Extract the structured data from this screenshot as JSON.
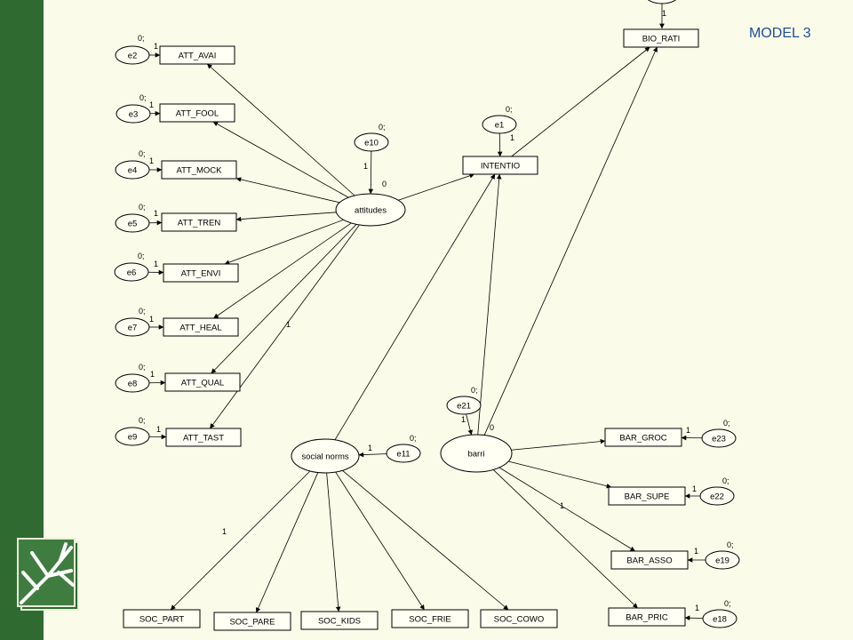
{
  "model_title": "MODEL 3",
  "colors": {
    "sidebar": "#2f6b31",
    "background": "#fbfbe9",
    "title": "#1f4e9a"
  },
  "icons": {
    "logo": "book-tree-logo-icon"
  },
  "observed": [
    {
      "id": "ATT_AVAI",
      "label": "ATT_AVAI"
    },
    {
      "id": "ATT_FOOL",
      "label": "ATT_FOOL"
    },
    {
      "id": "ATT_MOCK",
      "label": "ATT_MOCK"
    },
    {
      "id": "ATT_TREN",
      "label": "ATT_TREN"
    },
    {
      "id": "ATT_ENVI",
      "label": "ATT_ENVI"
    },
    {
      "id": "ATT_HEAL",
      "label": "ATT_HEAL"
    },
    {
      "id": "ATT_QUAL",
      "label": "ATT_QUAL"
    },
    {
      "id": "ATT_TAST",
      "label": "ATT_TAST"
    },
    {
      "id": "INTENTIO",
      "label": "INTENTIO"
    },
    {
      "id": "BIO_RATI",
      "label": "BIO_RATI"
    },
    {
      "id": "BAR_GROC",
      "label": "BAR_GROC"
    },
    {
      "id": "BAR_SUPE",
      "label": "BAR_SUPE"
    },
    {
      "id": "BAR_ASSO",
      "label": "BAR_ASSO"
    },
    {
      "id": "BAR_PRIC",
      "label": "BAR_PRIC"
    },
    {
      "id": "SOC_PART",
      "label": "SOC_PART"
    },
    {
      "id": "SOC_PARE",
      "label": "SOC_PARE"
    },
    {
      "id": "SOC_KIDS",
      "label": "SOC_KIDS"
    },
    {
      "id": "SOC_FRIE",
      "label": "SOC_FRIE"
    },
    {
      "id": "SOC_COWO",
      "label": "SOC_COWO"
    }
  ],
  "latent": [
    {
      "id": "attitudes",
      "label": "attitudes"
    },
    {
      "id": "social_norms",
      "label": "social norms"
    },
    {
      "id": "barri",
      "label": "barri"
    }
  ],
  "errors": [
    {
      "id": "e1",
      "label": "e1"
    },
    {
      "id": "e2",
      "label": "e2"
    },
    {
      "id": "e3",
      "label": "e3"
    },
    {
      "id": "e4",
      "label": "e4"
    },
    {
      "id": "e5",
      "label": "e5"
    },
    {
      "id": "e6",
      "label": "e6"
    },
    {
      "id": "e7",
      "label": "e7"
    },
    {
      "id": "e8",
      "label": "e8"
    },
    {
      "id": "e9",
      "label": "e9"
    },
    {
      "id": "e10",
      "label": "e10"
    },
    {
      "id": "e11",
      "label": "e11"
    },
    {
      "id": "e18",
      "label": "e18"
    },
    {
      "id": "e19",
      "label": "e19"
    },
    {
      "id": "e21",
      "label": "e21"
    },
    {
      "id": "e22",
      "label": "e22"
    },
    {
      "id": "e23",
      "label": "e23"
    }
  ],
  "paths": [
    {
      "from": "attitudes",
      "to": "ATT_AVAI"
    },
    {
      "from": "attitudes",
      "to": "ATT_FOOL"
    },
    {
      "from": "attitudes",
      "to": "ATT_MOCK"
    },
    {
      "from": "attitudes",
      "to": "ATT_TREN"
    },
    {
      "from": "attitudes",
      "to": "ATT_ENVI"
    },
    {
      "from": "attitudes",
      "to": "ATT_HEAL"
    },
    {
      "from": "attitudes",
      "to": "ATT_QUAL"
    },
    {
      "from": "attitudes",
      "to": "ATT_TAST",
      "label": "1"
    },
    {
      "from": "attitudes",
      "to": "INTENTIO"
    },
    {
      "from": "social_norms",
      "to": "INTENTIO"
    },
    {
      "from": "barri",
      "to": "INTENTIO"
    },
    {
      "from": "barri",
      "to": "BIO_RATI"
    },
    {
      "from": "INTENTIO",
      "to": "BIO_RATI"
    },
    {
      "from": "barri",
      "to": "BAR_GROC"
    },
    {
      "from": "barri",
      "to": "BAR_SUPE"
    },
    {
      "from": "barri",
      "to": "BAR_ASSO",
      "label": "1"
    },
    {
      "from": "barri",
      "to": "BAR_PRIC"
    },
    {
      "from": "social_norms",
      "to": "SOC_PART",
      "label": "1"
    },
    {
      "from": "social_norms",
      "to": "SOC_PARE"
    },
    {
      "from": "social_norms",
      "to": "SOC_KIDS"
    },
    {
      "from": "social_norms",
      "to": "SOC_FRIE"
    },
    {
      "from": "social_norms",
      "to": "SOC_COWO"
    },
    {
      "from": "e1",
      "to": "INTENTIO",
      "label": "1"
    },
    {
      "from": "e10",
      "to": "attitudes",
      "label": "1"
    },
    {
      "from": "e11",
      "to": "social_norms",
      "label": "1"
    },
    {
      "from": "e21",
      "to": "barri",
      "label": "1"
    },
    {
      "from": "e2",
      "to": "ATT_AVAI",
      "label": "1"
    },
    {
      "from": "e3",
      "to": "ATT_FOOL",
      "label": "1"
    },
    {
      "from": "e4",
      "to": "ATT_MOCK",
      "label": "1"
    },
    {
      "from": "e5",
      "to": "ATT_TREN",
      "label": "1"
    },
    {
      "from": "e6",
      "to": "ATT_ENVI",
      "label": "1"
    },
    {
      "from": "e7",
      "to": "ATT_HEAL",
      "label": "1"
    },
    {
      "from": "e8",
      "to": "ATT_QUAL",
      "label": "1"
    },
    {
      "from": "e9",
      "to": "ATT_TAST",
      "label": "1"
    },
    {
      "from": "e23",
      "to": "BAR_GROC",
      "label": "1"
    },
    {
      "from": "e22",
      "to": "BAR_SUPE",
      "label": "1"
    },
    {
      "from": "e19",
      "to": "BAR_ASSO",
      "label": "1"
    },
    {
      "from": "e18",
      "to": "BAR_PRIC",
      "label": "1"
    }
  ],
  "variance_labels": [
    {
      "near": "e1",
      "text": "0;"
    },
    {
      "near": "e2",
      "text": "0;"
    },
    {
      "near": "e3",
      "text": "0;"
    },
    {
      "near": "e4",
      "text": "0;"
    },
    {
      "near": "e5",
      "text": "0;"
    },
    {
      "near": "e6",
      "text": "0;"
    },
    {
      "near": "e7",
      "text": "0;"
    },
    {
      "near": "e8",
      "text": "0;"
    },
    {
      "near": "e9",
      "text": "0;"
    },
    {
      "near": "e10",
      "text": "0;"
    },
    {
      "near": "e11",
      "text": "0;"
    },
    {
      "near": "e21",
      "text": "0;"
    },
    {
      "near": "e23",
      "text": "0;"
    },
    {
      "near": "e22",
      "text": "0;"
    },
    {
      "near": "e19",
      "text": "0;"
    },
    {
      "near": "e18",
      "text": "0;"
    }
  ],
  "intercept_labels": [
    {
      "near": "attitudes",
      "text": "0"
    },
    {
      "near": "barri",
      "text": "0"
    },
    {
      "near": "top-error",
      "text": "1"
    }
  ]
}
